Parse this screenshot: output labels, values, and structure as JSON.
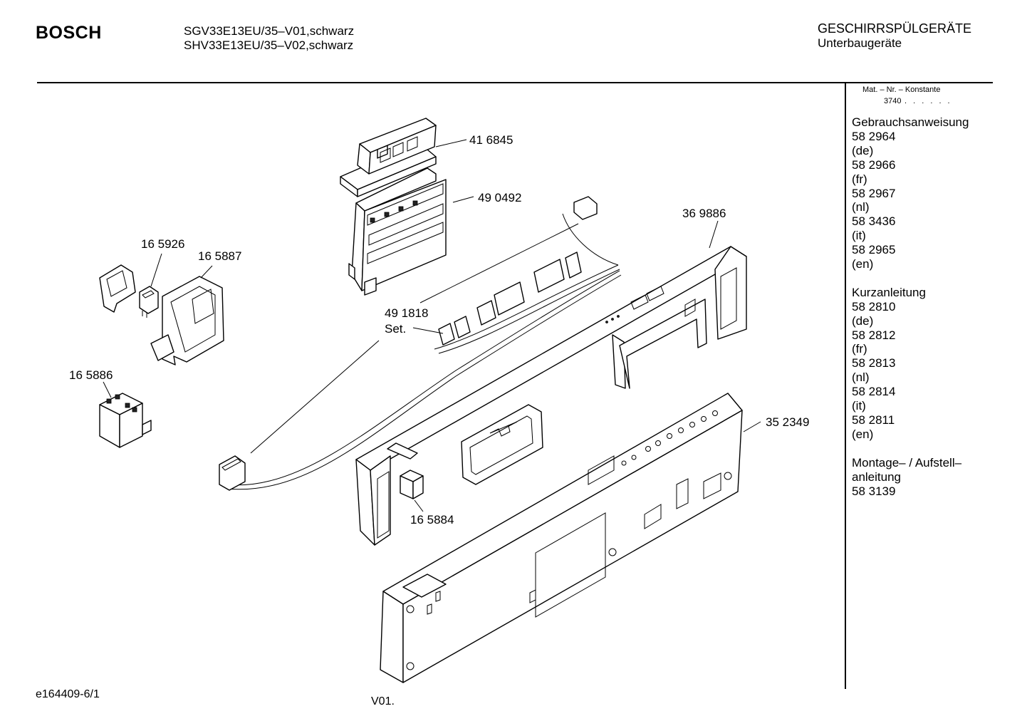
{
  "header": {
    "brand": "BOSCH",
    "models": [
      "SGV33E13EU/35–V01,schwarz",
      "SHV33E13EU/35–V02,schwarz"
    ],
    "category_title": "GESCHIRRSPÜLGERÄTE",
    "category_subtitle": "Unterbaugeräte"
  },
  "sidebar": {
    "konstante_label": "Mat. – Nr. – Konstante",
    "konstante_value": "3740",
    "konstante_dots": ". . . . . .",
    "sections": [
      {
        "title": "Gebrauchsanweisung",
        "entries": [
          {
            "number": "58 2964",
            "lang": "(de)"
          },
          {
            "number": "58 2966",
            "lang": "(fr)"
          },
          {
            "number": "58 2967",
            "lang": "(nl)"
          },
          {
            "number": "58 3436",
            "lang": "(it)"
          },
          {
            "number": "58 2965",
            "lang": "(en)"
          }
        ]
      },
      {
        "title": "Kurzanleitung",
        "entries": [
          {
            "number": "58 2810",
            "lang": "(de)"
          },
          {
            "number": "58 2812",
            "lang": "(fr)"
          },
          {
            "number": "58 2813",
            "lang": "(nl)"
          },
          {
            "number": "58 2814",
            "lang": "(it)"
          },
          {
            "number": "58 2811",
            "lang": "(en)"
          }
        ]
      },
      {
        "title": "Montage– / Aufstell–",
        "title_line2": "anleitung",
        "entries": [
          {
            "number": "58 3139",
            "lang": ""
          }
        ]
      }
    ]
  },
  "parts": {
    "p416845": "41 6845",
    "p490492": "49 0492",
    "p369886": "36 9886",
    "p165926": "16 5926",
    "p165887": "16 5887",
    "p491818": "49 1818",
    "p491818_set": "Set.",
    "p165886": "16 5886",
    "p352349": "35 2349",
    "p165884": "16 5884"
  },
  "footer": {
    "drawing_code": "e164409-6/1",
    "version": "V01."
  }
}
